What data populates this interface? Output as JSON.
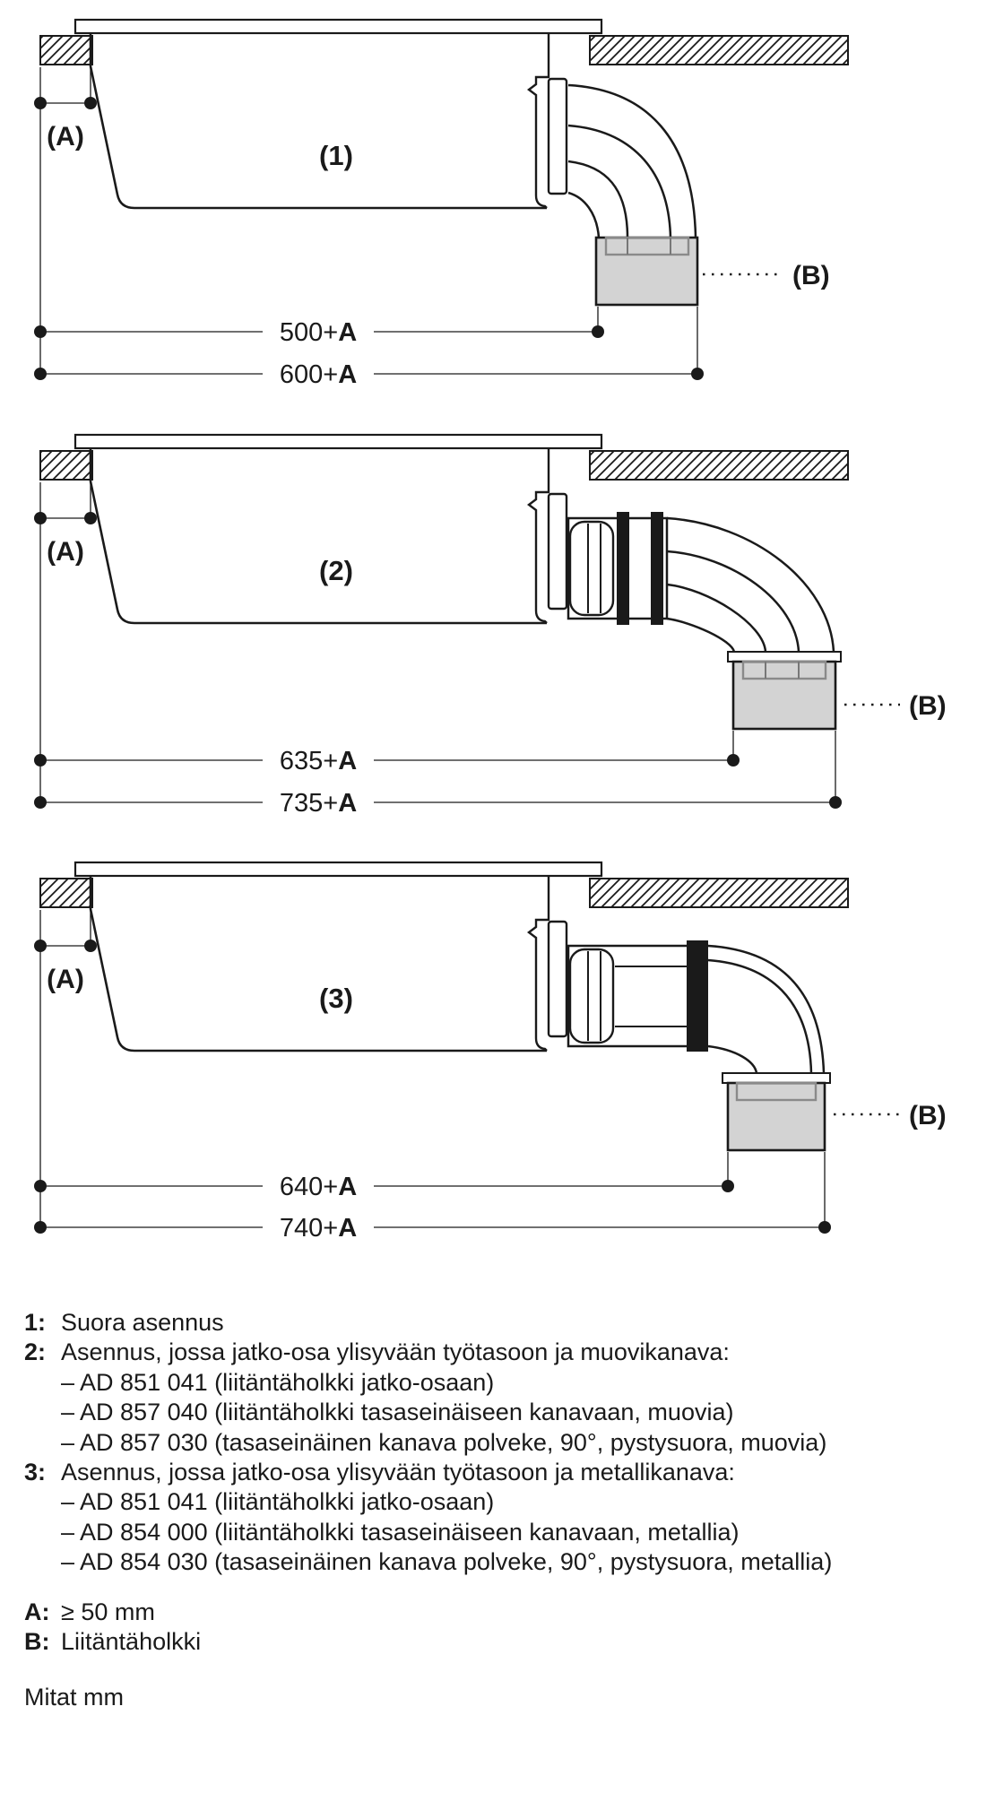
{
  "colors": {
    "line": "#1a1a1a",
    "box_fill": "#d3d3d3",
    "box_band_stroke": "#8a8a8a",
    "background": "#ffffff"
  },
  "diagrams": [
    {
      "number_label": "(1)",
      "a_label": "(A)",
      "b_label": "(B)",
      "dim1": {
        "value": "500+",
        "suffix": "A"
      },
      "dim2": {
        "value": "600+",
        "suffix": "A"
      }
    },
    {
      "number_label": "(2)",
      "a_label": "(A)",
      "b_label": "(B)",
      "dim1": {
        "value": "635+",
        "suffix": "A"
      },
      "dim2": {
        "value": "735+",
        "suffix": "A"
      }
    },
    {
      "number_label": "(3)",
      "a_label": "(A)",
      "b_label": "(B)",
      "dim1": {
        "value": "640+",
        "suffix": "A"
      },
      "dim2": {
        "value": "740+",
        "suffix": "A"
      }
    }
  ],
  "legend": {
    "items": [
      {
        "label": "1:",
        "text": "Suora asennus"
      },
      {
        "label": "2:",
        "text": "Asennus, jossa jatko-osa ylisyvään työtasoon ja muovikanava:"
      },
      {
        "label": "",
        "text": "– AD 851 041 (liitäntäholkki jatko-osaan)"
      },
      {
        "label": "",
        "text": "– AD 857 040 (liitäntäholkki tasaseinäiseen kanavaan, muovia)"
      },
      {
        "label": "",
        "text": "– AD 857 030 (tasaseinäinen kanava polveke, 90°, pystysuora, muovia)"
      },
      {
        "label": "3:",
        "text": "Asennus, jossa jatko-osa ylisyvään työtasoon ja metallikanava:"
      },
      {
        "label": "",
        "text": "– AD 851 041 (liitäntäholkki jatko-osaan)"
      },
      {
        "label": "",
        "text": "– AD 854 000 (liitäntäholkki tasaseinäiseen kanavaan, metallia)"
      },
      {
        "label": "",
        "text": "– AD 854 030 (tasaseinäinen kanava polveke, 90°, pystysuora, metallia)"
      }
    ]
  },
  "notes": {
    "a_key": "A:",
    "a_value": "≥ 50 mm",
    "b_key": "B:",
    "b_value": "Liitäntäholkki",
    "units_note": "Mitat mm"
  }
}
